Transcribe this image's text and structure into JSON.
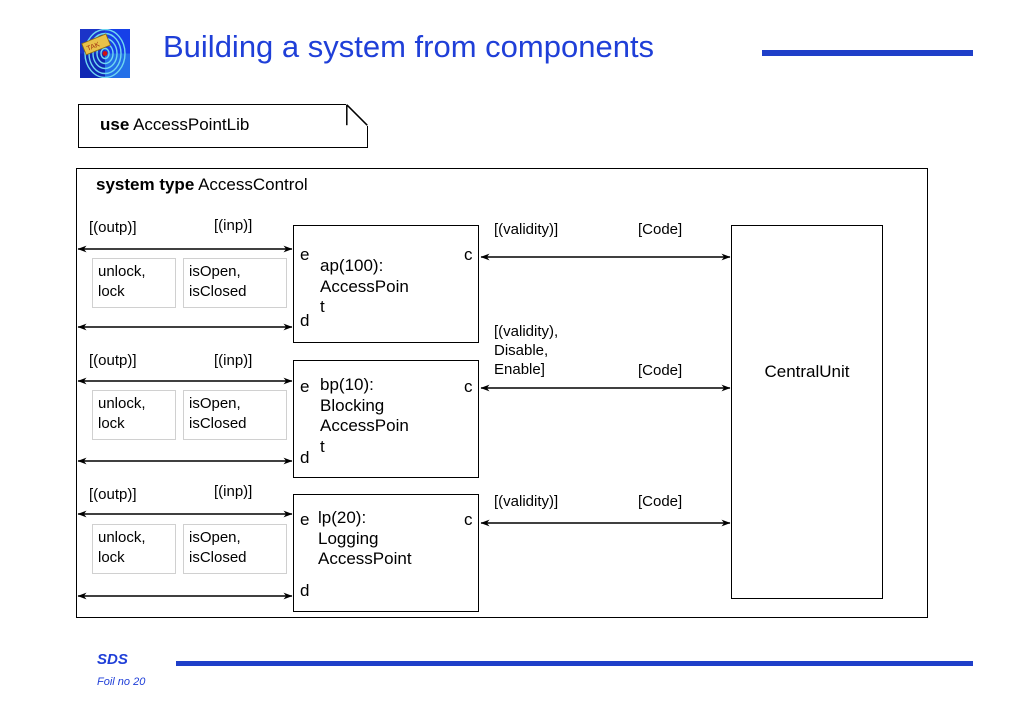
{
  "header": {
    "title": "Building a system from components",
    "logo_name": "tak-spiral-logo",
    "title_color": "#1f3fd8",
    "rule_color": "#1f3fc9"
  },
  "note": {
    "keyword": "use",
    "library": "AccessPointLib"
  },
  "system": {
    "keyword": "system type",
    "name": "AccessControl"
  },
  "central_unit": {
    "label": "CentralUnit"
  },
  "rows": [
    {
      "outp_label": "[(outp)]",
      "inp_label": "[(inp)]",
      "outp_signals": "unlock,\nlock",
      "inp_signals": "isOpen,\nisClosed",
      "port_e": "e",
      "port_d": "d",
      "port_c": "c",
      "component_name": "ap(100):\nAccessPoin\nt",
      "right_label_1": "[(validity)]",
      "right_label_2": "[Code]"
    },
    {
      "outp_label": "[(outp)]",
      "inp_label": "[(inp)]",
      "outp_signals": "unlock,\nlock",
      "inp_signals": "isOpen,\nisClosed",
      "port_e": "e",
      "port_d": "d",
      "port_c": "c",
      "component_name": "bp(10):\nBlocking\nAccessPoin\nt",
      "right_label_1": "[(validity),\nDisable,\nEnable]",
      "right_label_2": "[Code]"
    },
    {
      "outp_label": "[(outp)]",
      "inp_label": "[(inp)]",
      "outp_signals": "unlock,\nlock",
      "inp_signals": "isOpen,\nisClosed",
      "port_e": "e",
      "port_d": "d",
      "port_c": "c",
      "component_name": "lp(20):\nLogging\nAccessPoint",
      "right_label_1": "[(validity)]",
      "right_label_2": "[Code]"
    }
  ],
  "footer": {
    "course": "SDS",
    "foil": "Foil no 20",
    "color": "#1f3fd8"
  }
}
